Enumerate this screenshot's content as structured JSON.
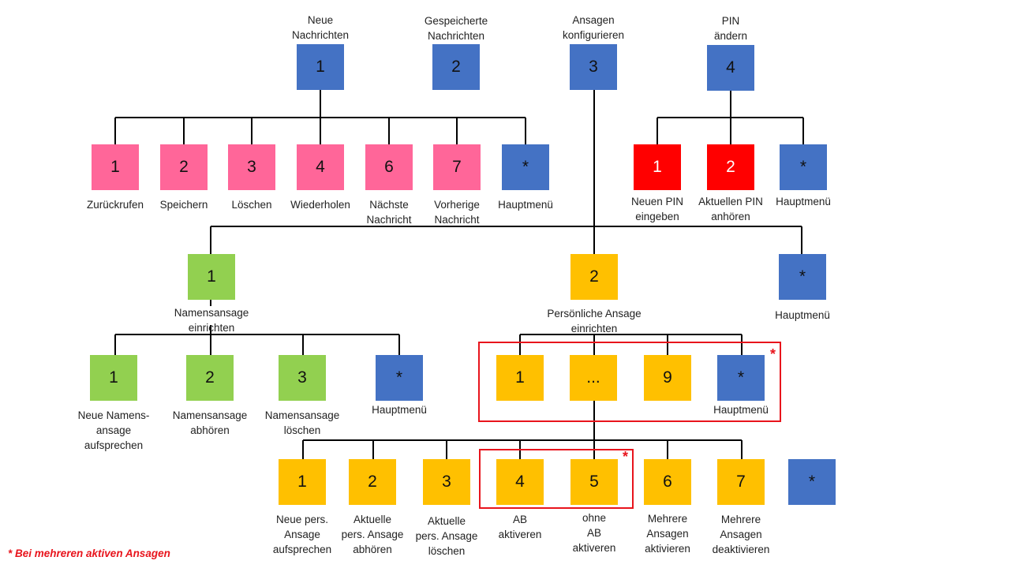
{
  "colors": {
    "blue": "#4472c4",
    "pink": "#ff6699",
    "red": "#ff0000",
    "green": "#92d050",
    "amber": "#ffc000",
    "highlight": "#e8141c",
    "line": "#000000"
  },
  "top_menu": [
    {
      "key": "1",
      "label": "Neue\nNachrichten"
    },
    {
      "key": "2",
      "label": "Gespeicherte\nNachrichten"
    },
    {
      "key": "3",
      "label": "Ansagen\nkonfigurieren"
    },
    {
      "key": "4",
      "label": "PIN\nändern"
    }
  ],
  "new_messages_menu": [
    {
      "key": "1",
      "label": "Zurückrufen"
    },
    {
      "key": "2",
      "label": "Speichern"
    },
    {
      "key": "3",
      "label": "Löschen"
    },
    {
      "key": "4",
      "label": "Wiederholen"
    },
    {
      "key": "6",
      "label": "Nächste\nNachricht"
    },
    {
      "key": "7",
      "label": "Vorherige\nNachricht"
    },
    {
      "key": "*",
      "label": "Hauptmenü"
    }
  ],
  "pin_menu": [
    {
      "key": "1",
      "label": "Neuen PIN\neingeben"
    },
    {
      "key": "2",
      "label": "Aktuellen PIN\nanhören"
    },
    {
      "key": "*",
      "label": "Hauptmenü"
    }
  ],
  "greetings_menu": [
    {
      "key": "1",
      "label": "Namensansage\neinrichten"
    },
    {
      "key": "2",
      "label": "Persönliche Ansage\neinrichten"
    },
    {
      "key": "*",
      "label": "Hauptmenü"
    }
  ],
  "name_greeting_menu": [
    {
      "key": "1",
      "label": "Neue Namens-\nansage\naufsprechen"
    },
    {
      "key": "2",
      "label": "Namensansage\nabhören"
    },
    {
      "key": "3",
      "label": "Namensansage\nlöschen"
    },
    {
      "key": "*",
      "label": "Hauptmenü"
    }
  ],
  "greeting_select_menu": [
    {
      "key": "1",
      "label": ""
    },
    {
      "key": "...",
      "label": ""
    },
    {
      "key": "9",
      "label": ""
    },
    {
      "key": "*",
      "label": "Hauptmenü"
    }
  ],
  "personal_greeting_menu": [
    {
      "key": "1",
      "label": "Neue pers.\nAnsage\naufsprechen"
    },
    {
      "key": "2",
      "label": "Aktuelle\npers. Ansage\nabhören"
    },
    {
      "key": "3",
      "label": "Aktuelle\npers. Ansage\nlöschen"
    },
    {
      "key": "4",
      "label": "AB\naktiveren"
    },
    {
      "key": "5",
      "label": "ohne\nAB\naktiveren"
    },
    {
      "key": "6",
      "label": "Mehrere\nAnsagen\naktivieren"
    },
    {
      "key": "7",
      "label": "Mehrere\nAnsagen\ndeaktivieren"
    },
    {
      "key": "*",
      "label": ""
    }
  ],
  "marker": "*",
  "footnote": "* Bei mehreren aktiven Ansagen"
}
